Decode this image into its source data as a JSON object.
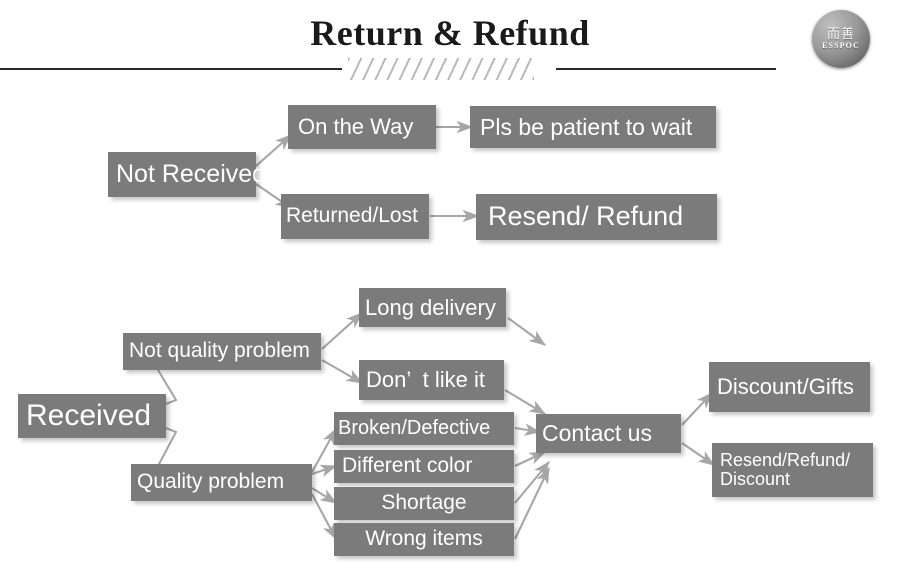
{
  "header": {
    "title": "Return & Refund",
    "logo": {
      "name": "esspoc-logo",
      "cn": "而善",
      "en": "ESSPOC"
    }
  },
  "colors": {
    "node_fill": "#7b7b7b",
    "node_text": "#ffffff",
    "rule": "#2a2a2a",
    "hatch": "#b9b9b9",
    "arrow": "#a6a6a6",
    "title_text": "#1a1a1a",
    "background": "#ffffff"
  },
  "flow": {
    "not_received": {
      "root": "Not Received",
      "branches": [
        {
          "label": "On the Way",
          "result": "Pls be patient to wait"
        },
        {
          "label": "Returned/Lost",
          "result": "Resend/ Refund"
        }
      ]
    },
    "received": {
      "root": "Received",
      "categories": [
        {
          "label": "Not quality problem",
          "reasons": [
            "Long delivery",
            "Don’  t like it"
          ]
        },
        {
          "label": "Quality problem",
          "reasons": [
            "Broken/Defective",
            "Different color",
            "Shortage",
            "Wrong items"
          ]
        }
      ],
      "action": "Contact us",
      "outcomes": [
        "Discount/Gifts",
        "Resend/Refund/\nDiscount"
      ]
    }
  }
}
